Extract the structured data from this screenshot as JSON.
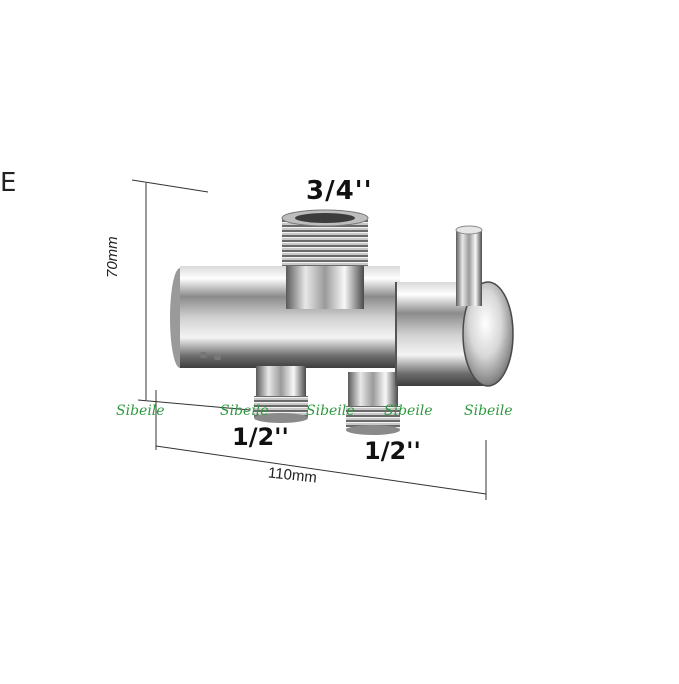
{
  "corner_letter": "E",
  "labels": {
    "top_fitting": "3/4''",
    "bottom_left_fitting": "1/2''",
    "bottom_right_fitting": "1/2''"
  },
  "dimensions": {
    "height": "70mm",
    "width": "110mm"
  },
  "watermark": [
    "Sibeile",
    "Sibeile",
    "Sibeile",
    "Sibeile",
    "Sibeile"
  ]
}
